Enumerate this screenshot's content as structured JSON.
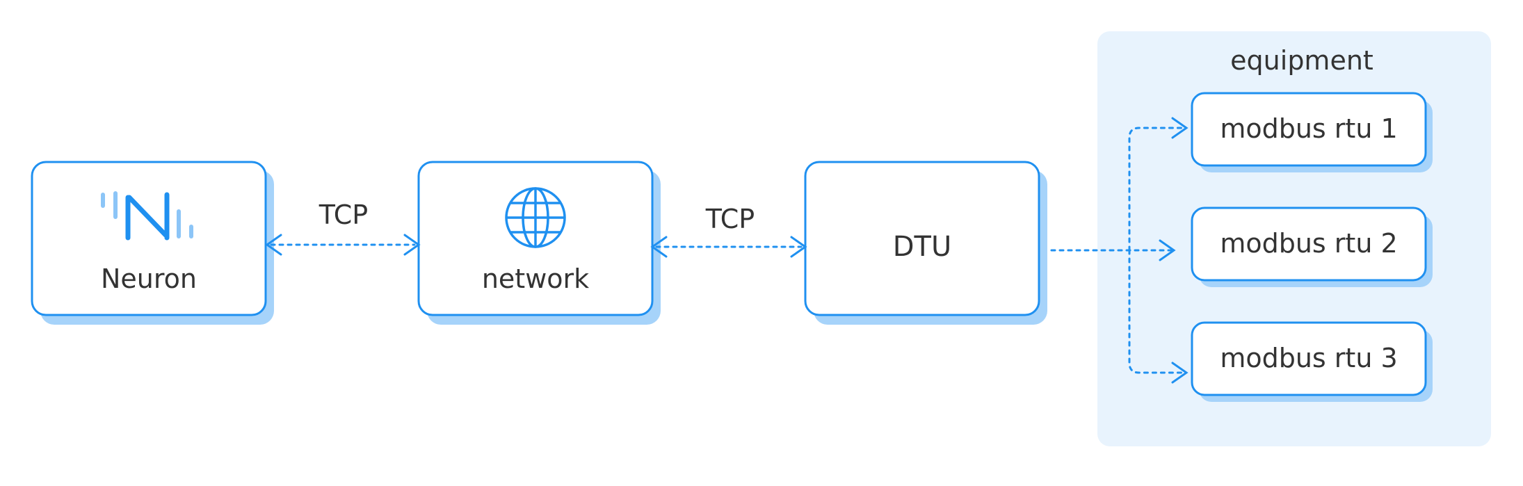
{
  "colors": {
    "accent": "#1f90f0",
    "shadow": "#a6d3fa",
    "panel": "#e8f3fd",
    "text": "#333333",
    "logo_light": "#8cc5f7"
  },
  "nodes": {
    "neuron": {
      "label": "Neuron",
      "icon": "neuron-logo-icon"
    },
    "network": {
      "label": "network",
      "icon": "globe-icon"
    },
    "dtu": {
      "label": "DTU"
    }
  },
  "connections": {
    "neuron_network": {
      "label": "TCP"
    },
    "network_dtu": {
      "label": "TCP"
    }
  },
  "equipment": {
    "title": "equipment",
    "devices": [
      {
        "label": "modbus rtu 1"
      },
      {
        "label": "modbus rtu 2"
      },
      {
        "label": "modbus rtu 3"
      }
    ]
  }
}
